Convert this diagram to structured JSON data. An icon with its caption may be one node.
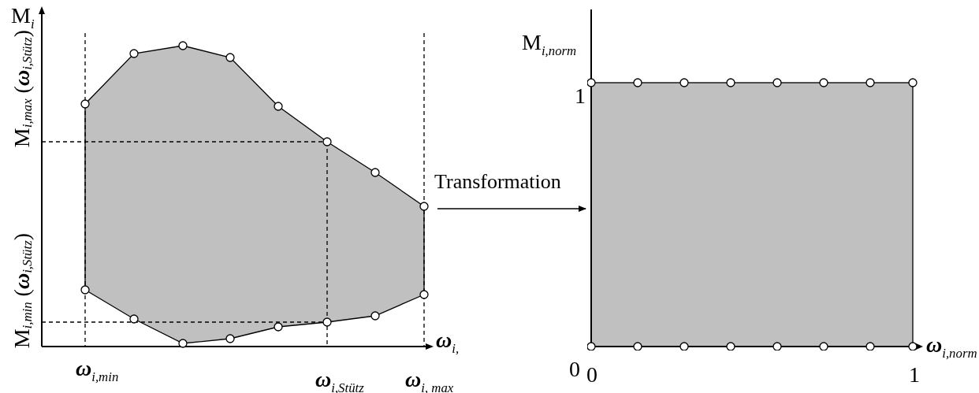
{
  "diagram": {
    "nodes": [
      {
        "text": [],
        "shape": "picture",
        "beside": [
          "M$_{i}$",
          "M$_{i,max}$ (**ω**$_{i,Stütz}$)",
          "M$_{i,min}$ (**ω**$_{i,Stütz}$)",
          "**ω**$_{i,}$",
          "**ω**$_{i,min}$",
          "**ω**$_{i,Stütz}$",
          "**ω**$_{i, max}$"
        ]
      },
      {
        "text": [],
        "shape": "box",
        "beside": [
          "M$_{i,norm}$",
          "1",
          "0",
          "0",
          "1",
          "**ω**$_{i,norm}$"
        ]
      }
    ],
    "edges": [
      {
        "from": 0,
        "to": 1,
        "arrow": "to",
        "label": "Transformation"
      }
    ]
  }
}
